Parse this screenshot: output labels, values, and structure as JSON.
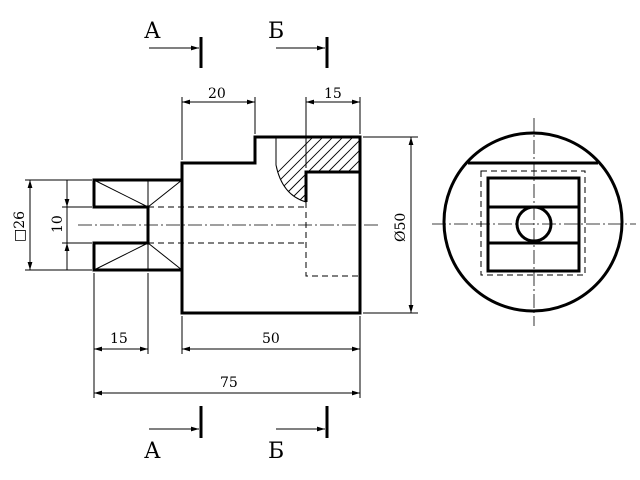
{
  "section_letters": {
    "a": "А",
    "b": "Б"
  },
  "dimensions": {
    "top_20": "20",
    "top_15": "15",
    "left_26": "□26",
    "left_10": "10",
    "right_dia": "Ø50",
    "bottom_15": "15",
    "bottom_50": "50",
    "bottom_75": "75"
  }
}
